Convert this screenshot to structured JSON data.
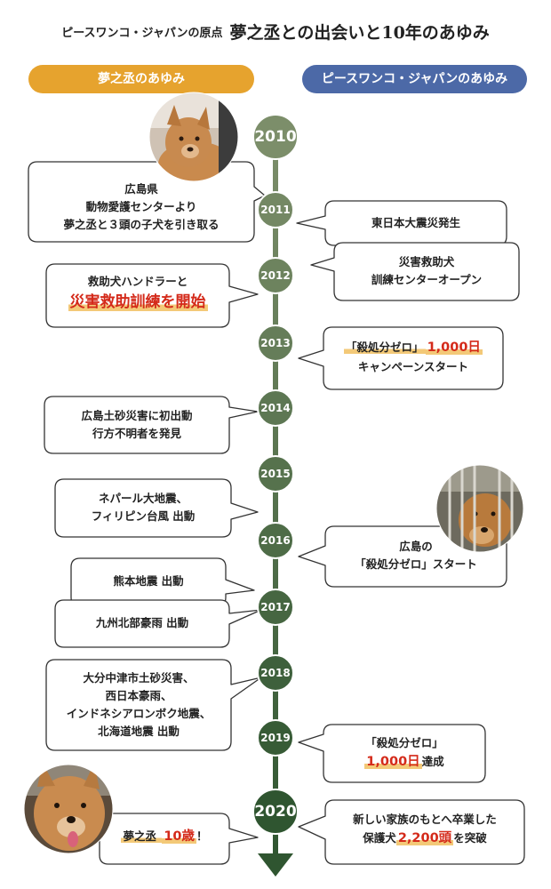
{
  "title": {
    "prefix": "ピースワンコ・ジャパンの原点",
    "main": "夢之丞との出会いと10年のあゆみ"
  },
  "headers": {
    "left": "夢之丞のあゆみ",
    "right": "ピースワンコ・ジャパンのあゆみ"
  },
  "colors": {
    "left_header": "#e6a32e",
    "right_header": "#4c69a7",
    "timeline_start": "#7c8e6a",
    "timeline_end": "#2f5530",
    "highlight_red": "#d42a1a",
    "underline": "#f3c978"
  },
  "years": [
    "2010",
    "2011",
    "2012",
    "2013",
    "2014",
    "2015",
    "2016",
    "2017",
    "2018",
    "2019",
    "2020"
  ],
  "left_events": [
    {
      "lines": [
        "広島県",
        "動物愛護センターより",
        "夢之丞と３頭の子犬を引き取る"
      ]
    },
    {
      "lines": [
        "救助犬ハンドラーと"
      ],
      "highlight": "災害救助訓練を開始"
    },
    {
      "lines": [
        "広島土砂災害に初出動",
        "行方不明者を発見"
      ]
    },
    {
      "lines": [
        "ネパール大地震、",
        "フィリピン台風 出動"
      ]
    },
    {
      "lines": [
        "熊本地震 出動"
      ]
    },
    {
      "lines": [
        "九州北部豪雨 出動"
      ]
    },
    {
      "lines": [
        "大分中津市土砂災害、",
        "西日本豪雨、",
        "インドネシアロンボク地震、",
        "北海道地震 出動"
      ]
    },
    {
      "pre": "夢之丞 ",
      "highlight": "10歳",
      "post": "！"
    }
  ],
  "right_events": [
    {
      "lines": [
        "東日本大震災発生"
      ]
    },
    {
      "lines": [
        "災害救助犬",
        "訓練センターオープン"
      ]
    },
    {
      "pre": "「殺処分ゼロ」",
      "highlight": "1,000日",
      "line2": "キャンペーンスタート"
    },
    {
      "lines": [
        "広島の",
        "「殺処分ゼロ」スタート"
      ]
    },
    {
      "line1": "「殺処分ゼロ」",
      "highlight": "1,000日",
      "post": "達成"
    },
    {
      "line1": "新しい家族のもとへ卒業した",
      "pre": "保護犬",
      "highlight": "2,200頭",
      "post": "を突破"
    }
  ],
  "photos": {
    "puppy": "puppy-photo",
    "caged_dog": "caged-dog-photo",
    "adult_dog": "adult-dog-photo"
  }
}
